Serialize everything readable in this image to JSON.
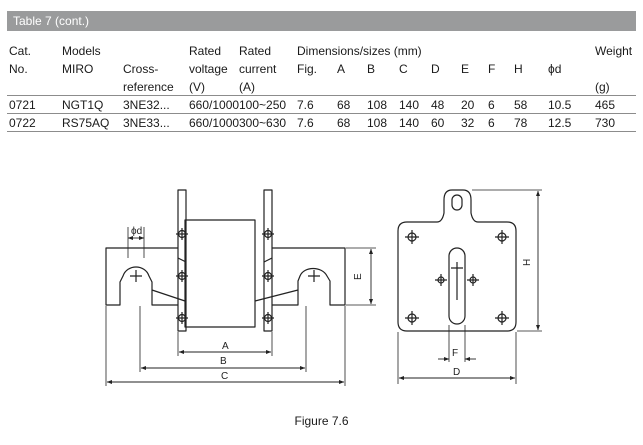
{
  "table": {
    "title": "Table 7 (cont.)",
    "headers": {
      "cat": [
        "Cat.",
        "No."
      ],
      "models": "Models",
      "miro": "MIRO",
      "cross": [
        "Cross-",
        "reference"
      ],
      "rated_voltage": [
        "Rated",
        "voltage",
        "(V)"
      ],
      "rated_current": [
        "Rated",
        "current",
        "(A)"
      ],
      "dimensions": "Dimensions/sizes (mm)",
      "fig": "Fig.",
      "A": "A",
      "B": "B",
      "C": "C",
      "D": "D",
      "E": "E",
      "F": "F",
      "H": "H",
      "phid": "ϕd",
      "weight": [
        "Weight",
        "(g)"
      ]
    },
    "rows": [
      {
        "cat": "0721",
        "miro": "NGT1Q",
        "cross": "3NE32...",
        "voltage": "660/1000",
        "current": "100~250",
        "fig": "7.6",
        "A": "68",
        "B": "108",
        "C": "140",
        "D": "48",
        "E": "20",
        "F": "6",
        "H": "58",
        "phid": "10.5",
        "weight": "465"
      },
      {
        "cat": "0722",
        "miro": "RS75AQ",
        "cross": "3NE33...",
        "voltage": "660/1000",
        "current": "300~630",
        "fig": "7.6",
        "A": "68",
        "B": "108",
        "C": "140",
        "D": "60",
        "E": "32",
        "F": "6",
        "H": "78",
        "phid": "12.5",
        "weight": "730"
      }
    ]
  },
  "figure": {
    "labels": {
      "phid": "ϕd",
      "A": "A",
      "B": "B",
      "C": "C",
      "D": "D",
      "E": "E",
      "F": "F",
      "H": "H"
    },
    "caption": "Figure 7.6"
  }
}
